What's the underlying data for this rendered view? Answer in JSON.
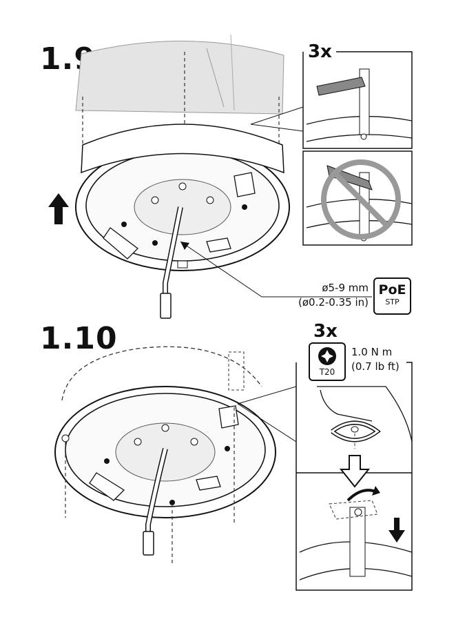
{
  "step1": {
    "number": "1.9",
    "count": "3x",
    "cable": {
      "line1": "ø5-9 mm",
      "line2": "(ø0.2-0.35 in)"
    },
    "badge": {
      "title": "PoE",
      "sub": "STP"
    }
  },
  "step2": {
    "number": "1.10",
    "count": "3x",
    "tool": "T20",
    "torque": {
      "line1": "1.0 N m",
      "line2": "(0.7 lb ft)"
    }
  }
}
